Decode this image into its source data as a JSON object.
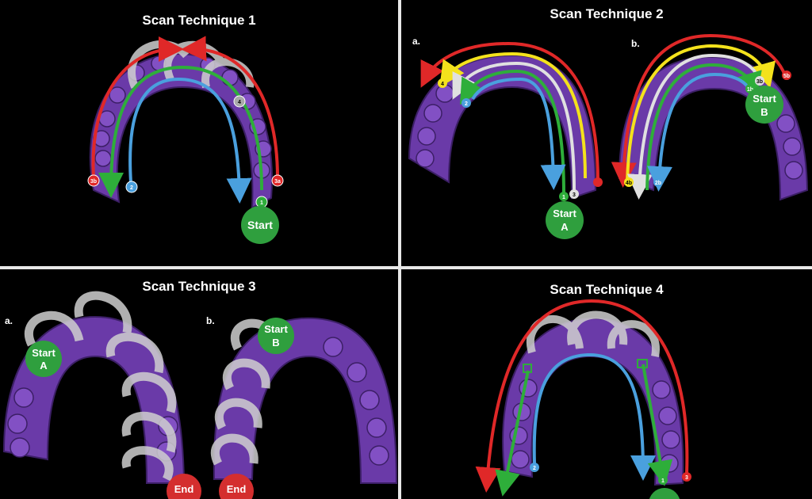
{
  "colors": {
    "background": "#000000",
    "model": "#6a3aa8",
    "tooth": "#8250c4",
    "red": "#e02828",
    "blue": "#4aa0de",
    "green": "#2eae3a",
    "yellow": "#f4e21c",
    "white_arrow": "#d0d0d0",
    "start_circle": "#2f9f3e",
    "end_circle": "#d42e2e"
  },
  "panel1": {
    "title": "Scan Technique 1",
    "start": "Start",
    "markers": [
      "1",
      "2",
      "3a",
      "3b",
      "4"
    ]
  },
  "panel2": {
    "title": "Scan Technique 2",
    "label_a": "a.",
    "label_b": "b.",
    "start_a_line1": "Start",
    "start_a_line2": "A",
    "start_b_line1": "Start",
    "start_b_line2": "B",
    "markers_a": [
      "1",
      "2",
      "3",
      "4"
    ],
    "markers_b": [
      "1b",
      "2b",
      "3b",
      "4b",
      "5b"
    ]
  },
  "panel3": {
    "title": "Scan Technique 3",
    "label_a": "a.",
    "label_b": "b.",
    "start_a_line1": "Start",
    "start_a_line2": "A",
    "start_b_line1": "Start",
    "start_b_line2": "B",
    "end_a": "End",
    "end_b": "End"
  },
  "panel4": {
    "title": "Scan Technique 4",
    "markers": [
      "1",
      "2",
      "3"
    ]
  }
}
